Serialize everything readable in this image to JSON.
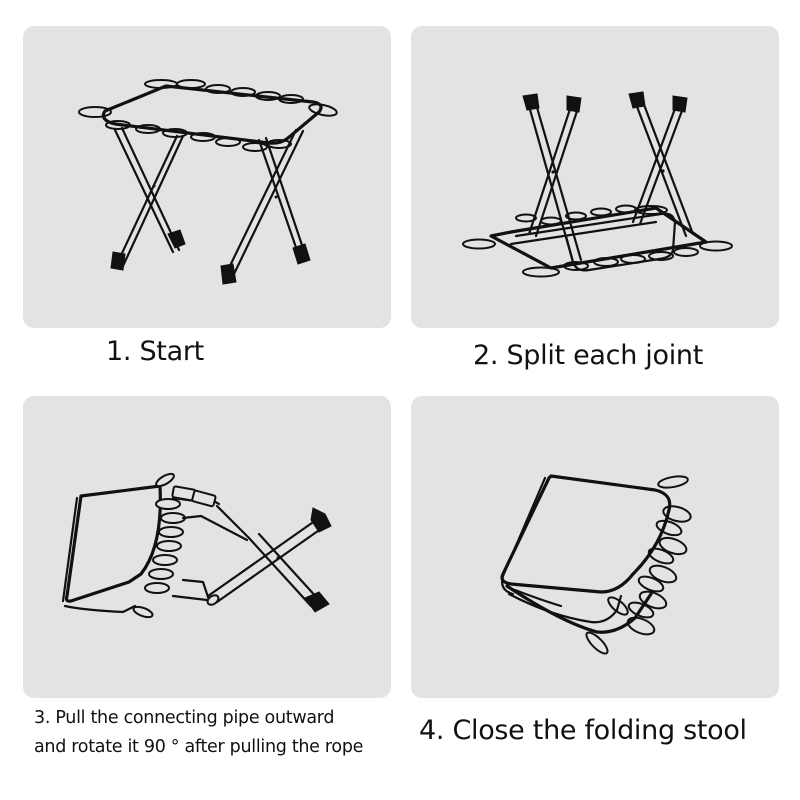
{
  "colors": {
    "background": "#ffffff",
    "panel_fill": "#e3e2e4",
    "line_ink": "#111111",
    "text": "#111111"
  },
  "steps": [
    {
      "number": 1,
      "caption": "1. Start",
      "illustration": "folding-stool-standing-icon"
    },
    {
      "number": 2,
      "caption": "2. Split each joint",
      "illustration": "folding-stool-upside-down-icon"
    },
    {
      "number": 3,
      "caption_lines": [
        "3. Pull the connecting pipe outward",
        "and rotate it 90 °   after pulling the rope"
      ],
      "illustration": "folding-stool-rotating-pipe-icon"
    },
    {
      "number": 4,
      "caption": "4. Close the folding stool",
      "illustration": "folding-stool-closed-icon"
    }
  ]
}
